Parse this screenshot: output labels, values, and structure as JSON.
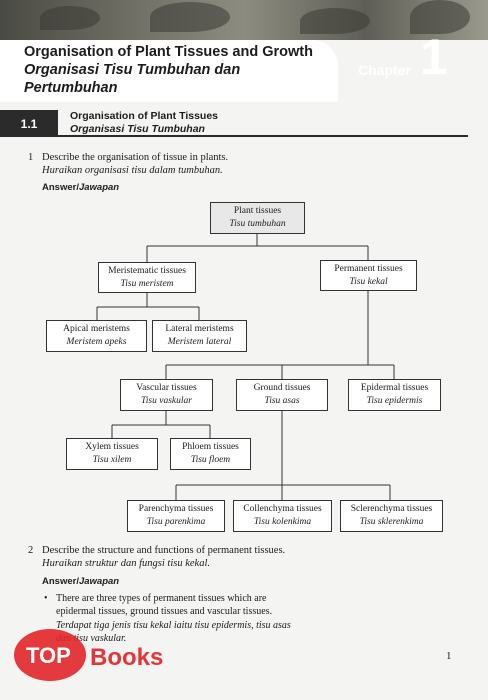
{
  "header": {
    "title_en": "Organisation of Plant Tissues and Growth",
    "title_ms_line1": "Organisasi Tisu Tumbuhan dan",
    "title_ms_line2": "Pertumbuhan",
    "chapter_label": "Chapter",
    "chapter_number": "1"
  },
  "section": {
    "number": "1.1",
    "title_en": "Organisation of Plant Tissues",
    "title_ms": "Organisasi Tisu Tumbuhan"
  },
  "q1": {
    "number": "1",
    "text_en": "Describe the organisation of tissue in plants.",
    "text_ms": "Huraikan organisasi tisu dalam tumbuhan.",
    "answer_en": "Answer",
    "answer_ms": "Jawapan"
  },
  "tree": {
    "root": {
      "en": "Plant tissues",
      "ms": "Tisu tumbuhan"
    },
    "meristematic": {
      "en": "Meristematic tissues",
      "ms": "Tisu meristem"
    },
    "permanent": {
      "en": "Permanent tissues",
      "ms": "Tisu kekal"
    },
    "apical": {
      "en": "Apical meristems",
      "ms": "Meristem apeks"
    },
    "lateral": {
      "en": "Lateral meristems",
      "ms": "Meristem lateral"
    },
    "vascular": {
      "en": "Vascular tissues",
      "ms": "Tisu vaskular"
    },
    "ground": {
      "en": "Ground tissues",
      "ms": "Tisu asas"
    },
    "epidermal": {
      "en": "Epidermal tissues",
      "ms": "Tisu epidermis"
    },
    "xylem": {
      "en": "Xylem tissues",
      "ms": "Tisu xilem"
    },
    "phloem": {
      "en": "Phloem tissues",
      "ms": "Tisu floem"
    },
    "parenchyma": {
      "en": "Parenchyma tissues",
      "ms": "Tisu parenkima"
    },
    "collenchyma": {
      "en": "Collenchyma tissues",
      "ms": "Tisu kolenkima"
    },
    "sclerenchyma": {
      "en": "Sclerenchyma tissues",
      "ms": "Tisu sklerenkima"
    }
  },
  "q2": {
    "number": "2",
    "text_en": "Describe the structure and functions of permanent tissues.",
    "text_ms": "Huraikan struktur dan fungsi tisu kekal.",
    "answer_en": "Answer",
    "answer_ms": "Jawapan",
    "bullet_en_1": "There are three types of permanent tissues which are",
    "bullet_en_2": "epidermal tissues, ground tissues and vascular tissues.",
    "bullet_ms_1": "Terdapat tiga jenis tisu kekal iaitu tisu epidermis, tisu asas",
    "bullet_ms_2": "dan tisu vaskular."
  },
  "footer": {
    "logo_text_1": "TOP",
    "logo_text_2": "Books",
    "page_number": "1"
  }
}
